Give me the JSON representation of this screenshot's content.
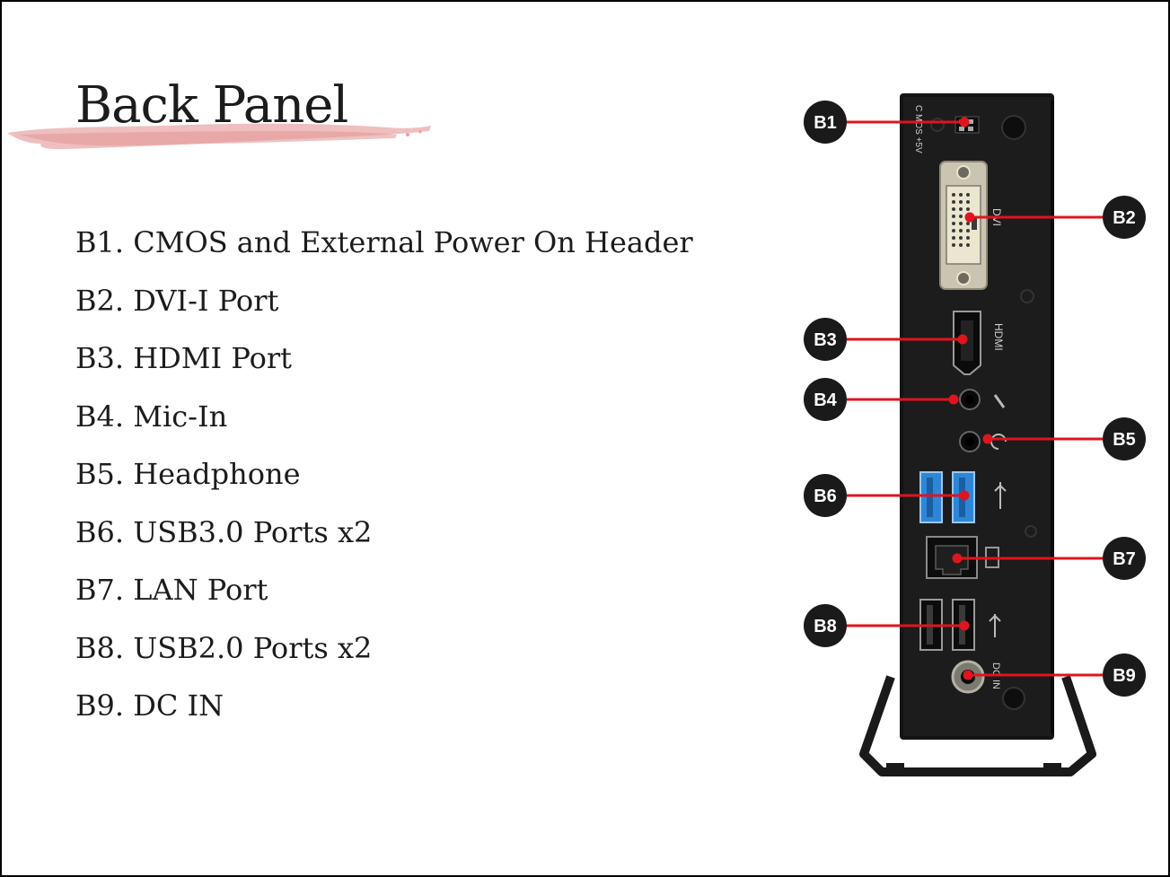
{
  "title": "Back Panel",
  "items": [
    "B1. CMOS and External Power On Header",
    "B2. DVI-I Port",
    "B3. HDMI Port",
    "B4. Mic-In",
    "B5. Headphone",
    "B6. USB3.0 Ports x2",
    "B7. LAN Port",
    "B8. USB2.0 Ports x2",
    "B9. DC IN"
  ],
  "callouts": [
    "B1",
    "B2",
    "B3",
    "B4",
    "B5",
    "B6",
    "B7",
    "B8",
    "B9"
  ],
  "device_labels": {
    "cmos_power": "C MOS +5V",
    "dvi": "DVI",
    "hdmi": "HDMI",
    "dcin": "DC IN"
  },
  "colors": {
    "accent_brush": "#e8a0a0",
    "leader_line": "#e0141e",
    "callout_fill": "#1a1a1a",
    "usb3_blue": "#2f86d6"
  }
}
